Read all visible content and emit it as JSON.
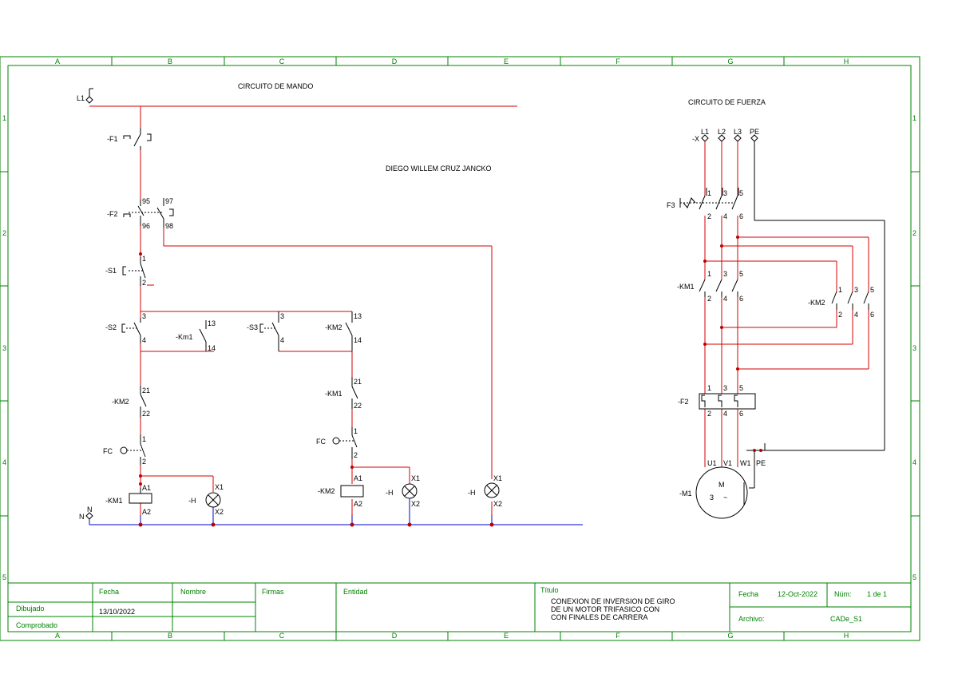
{
  "frame": {
    "columns": [
      "A",
      "B",
      "C",
      "D",
      "E",
      "F",
      "G",
      "H"
    ],
    "rows": [
      "1",
      "2",
      "3",
      "4",
      "5"
    ]
  },
  "control": {
    "title": "CIRCUITO DE MANDO",
    "author": "DIEGO WILLEM CRUZ JANCKO",
    "terminal_l1": "L1",
    "terminal_n": "N",
    "f1": "-F1",
    "f2": "-F2",
    "s1": "-S1",
    "s2": "-S2",
    "s3": "-S3",
    "km1_aux": "-Km1",
    "km2_aux": "-KM2",
    "km2_nc": "-KM2",
    "km1_nc": "-KM1",
    "fc": "FC",
    "km1_coil": "-KM1",
    "km2_coil": "-KM2",
    "lamp": "-H",
    "n95": "95",
    "n96": "96",
    "n97": "97",
    "n98": "98",
    "n1": "1",
    "n2": "2",
    "n3": "3",
    "n4": "4",
    "n13": "13",
    "n14": "14",
    "n21": "21",
    "n22": "22",
    "a1": "A1",
    "a2": "A2",
    "x1": "X1",
    "x2": "X2"
  },
  "power": {
    "title": "CIRCUITO DE FUERZA",
    "terminal": "-X",
    "lines": [
      "L1",
      "L2",
      "L3",
      "PE"
    ],
    "f3": "F3",
    "km1": "-KM1",
    "km2": "-KM2",
    "f2": "-F2",
    "motor": "-M1",
    "motor_m": "M",
    "motor_3": "3",
    "motor_ac": "~",
    "poles_top": [
      "1",
      "3",
      "5"
    ],
    "poles_bottom": [
      "2",
      "4",
      "6"
    ],
    "motor_terms": [
      "U1",
      "V1",
      "W1",
      "PE"
    ]
  },
  "titleblock": {
    "fecha": "Fecha",
    "nombre": "Nombre",
    "firmas": "Firmas",
    "entidad": "Entidad",
    "titulo": "Título",
    "dibujado": "Dibujado",
    "dibujado_fecha": "13/10/2022",
    "comprobado": "Comprobado",
    "title_lines": [
      "CONEXION DE INVERSION DE GIRO",
      "DE UN MOTOR TRIFASICO CON",
      "CON FINALES DE CARRERA"
    ],
    "fecha2": "Fecha",
    "fecha2_val": "12-Oct-2022",
    "num": "Núm:",
    "num_val": "1 de 1",
    "archivo": "Archivo:",
    "archivo_val": "CADe_S1"
  },
  "colors": {
    "frame": "#008000",
    "phase_wire": "#d40000",
    "neutral_wire": "#0000cc",
    "pe_wire": "#000000"
  }
}
